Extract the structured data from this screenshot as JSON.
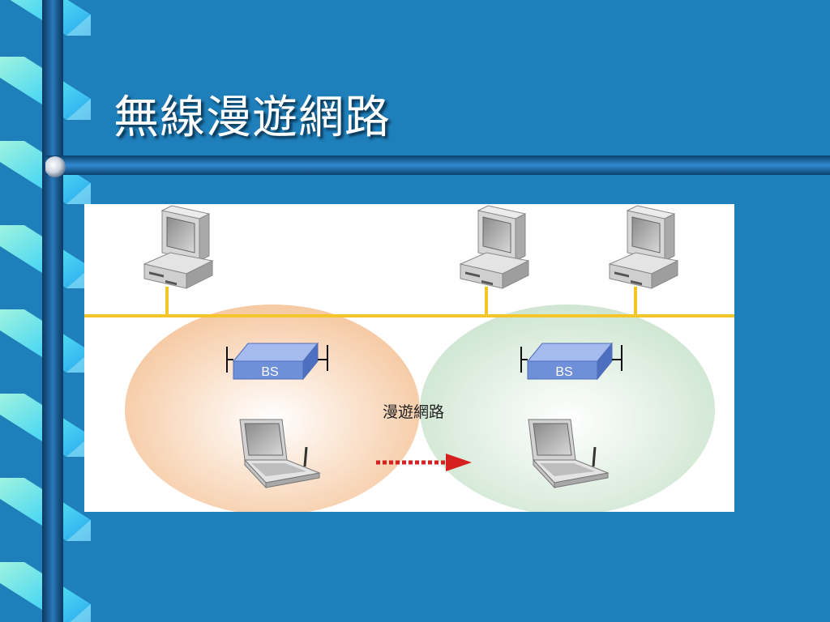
{
  "slide": {
    "title": "無線漫遊網路"
  },
  "diagram": {
    "base_station_label": "BS",
    "roaming_label": "漫遊網路",
    "colors": {
      "background": "#1f7fba",
      "backbone": "#f5c52c",
      "cell_left": "#f6c9a2",
      "cell_right": "#cfe6d2",
      "base_station": "#6f8fd8",
      "arrow": "#d62020"
    }
  }
}
